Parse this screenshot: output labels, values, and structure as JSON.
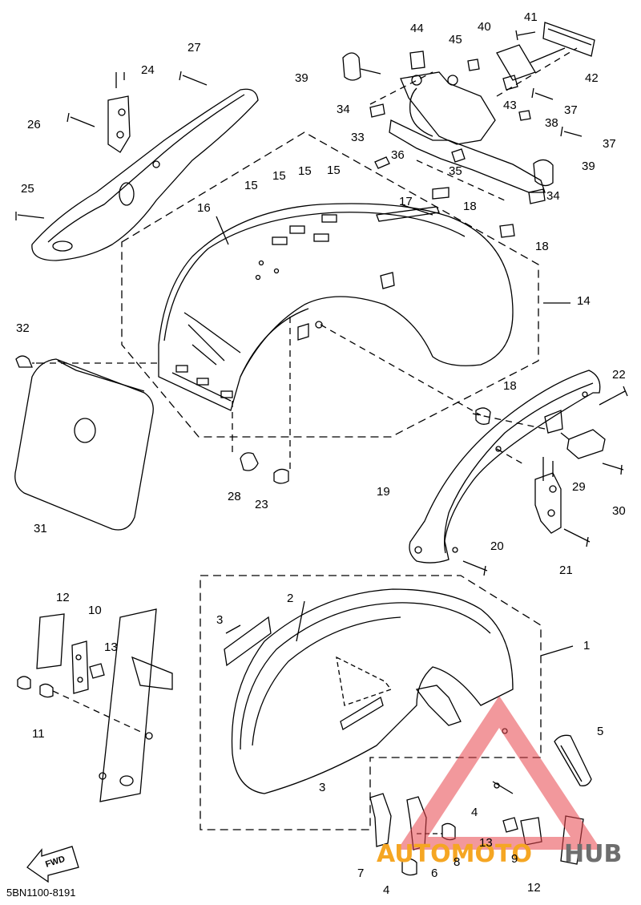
{
  "diagram": {
    "code": "5BN1100-8191",
    "fwd_label": "FWD",
    "callouts": [
      "1",
      "2",
      "3",
      "3",
      "4",
      "4",
      "5",
      "6",
      "7",
      "8",
      "9",
      "10",
      "11",
      "12",
      "12",
      "13",
      "13",
      "14",
      "15",
      "15",
      "15",
      "15",
      "16",
      "17",
      "18",
      "18",
      "18",
      "19",
      "20",
      "21",
      "22",
      "23",
      "24",
      "25",
      "26",
      "27",
      "28",
      "29",
      "30",
      "31",
      "32",
      "33",
      "34",
      "34",
      "35",
      "36",
      "37",
      "37",
      "38",
      "39",
      "39",
      "40",
      "41",
      "42",
      "43",
      "44",
      "45"
    ]
  },
  "watermark": {
    "part1": "AUTOMOTO",
    "part2": "HUB",
    "color_triangle": "#e8444a",
    "color_part1": "#f5a623",
    "color_part2": "#6e6e6e"
  }
}
